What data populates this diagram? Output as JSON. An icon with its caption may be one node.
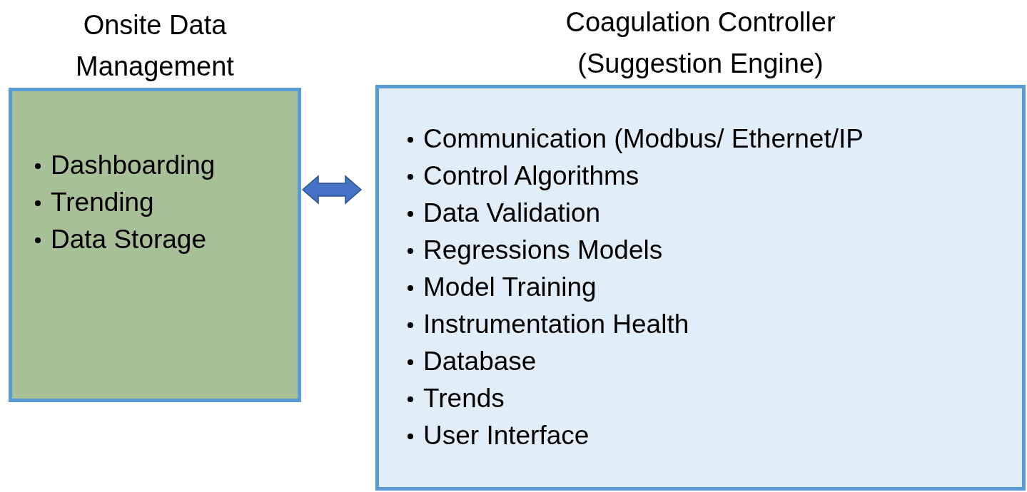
{
  "diagram": {
    "nodes": [
      {
        "text": [
          "Onsite Data Management",
          "Dashboarding",
          "Trending",
          "Data Storage"
        ]
      },
      {
        "text": [
          "Coagulation Controller (Suggestion Engine)",
          "Communication (Modbus/ Ethernet/IP",
          "Control Algorithms",
          "Data Validation",
          "Regressions Models",
          "Model Training",
          "Instrumentation Health",
          "Database",
          "Trends",
          "User Interface"
        ]
      }
    ],
    "edges": [
      {
        "from": 0,
        "to": 1,
        "arrow": "both",
        "color": "#4472c4"
      }
    ]
  }
}
